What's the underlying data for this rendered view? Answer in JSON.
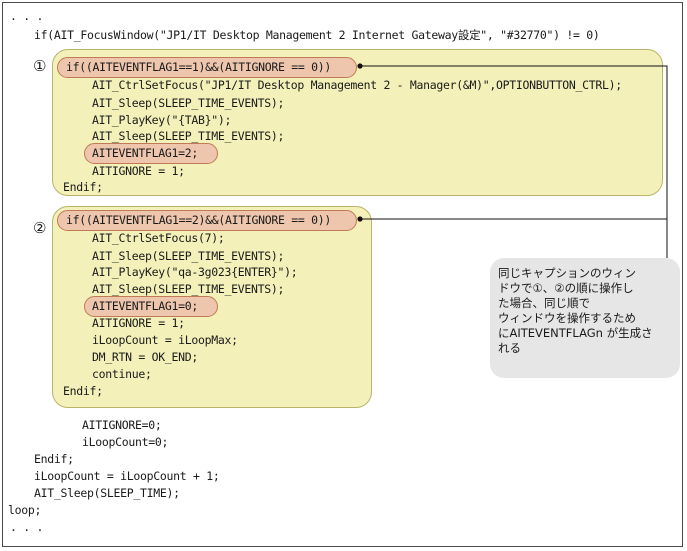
{
  "code": {
    "l01": ". . .",
    "l02": "if(AIT_FocusWindow(\"JP1/IT Desktop Management 2 Internet Gateway設定\", \"#32770\") != 0)",
    "b1_if": "if((AITEVENTFLAG1==1)&&(AITIGNORE == 0))",
    "b1_l1": "AIT_CtrlSetFocus(\"JP1/IT Desktop Management 2 - Manager(&M)\",OPTIONBUTTON_CTRL);",
    "b1_l2": "AIT_Sleep(SLEEP_TIME_EVENTS);",
    "b1_l3": "AIT_PlayKey(\"{TAB}\");",
    "b1_l4": "AIT_Sleep(SLEEP_TIME_EVENTS);",
    "b1_l5": "AITEVENTFLAG1=2;",
    "b1_l6": "AITIGNORE = 1;",
    "b1_end": "Endif;",
    "b2_if": "if((AITEVENTFLAG1==2)&&(AITIGNORE == 0))",
    "b2_l1": "AIT_CtrlSetFocus(7);",
    "b2_l2": "AIT_Sleep(SLEEP_TIME_EVENTS);",
    "b2_l3": "AIT_PlayKey(\"qa-3g023{ENTER}\");",
    "b2_l4": "AIT_Sleep(SLEEP_TIME_EVENTS);",
    "b2_l5": "AITEVENTFLAG1=0;",
    "b2_l6": "AITIGNORE = 1;",
    "b2_l7": "iLoopCount = iLoopMax;",
    "b2_l8": "DM_RTN = OK_END;",
    "b2_l9": "continue;",
    "b2_end": "Endif;",
    "t1": "AITIGNORE=0;",
    "t2": "iLoopCount=0;",
    "t3": "Endif;",
    "t4": "iLoopCount = iLoopCount + 1;",
    "t5": "AIT_Sleep(SLEEP_TIME);",
    "t6": "loop;",
    "t7": ". . ."
  },
  "markers": {
    "m1": "①",
    "m2": "②"
  },
  "callout": {
    "text": "同じキャプションのウィン\nドウで①、②の順に操作し\nた場合、同じ順で\nウィンドウを操作するため\nにAITEVENTFLAGn が生成さ\nれる"
  }
}
